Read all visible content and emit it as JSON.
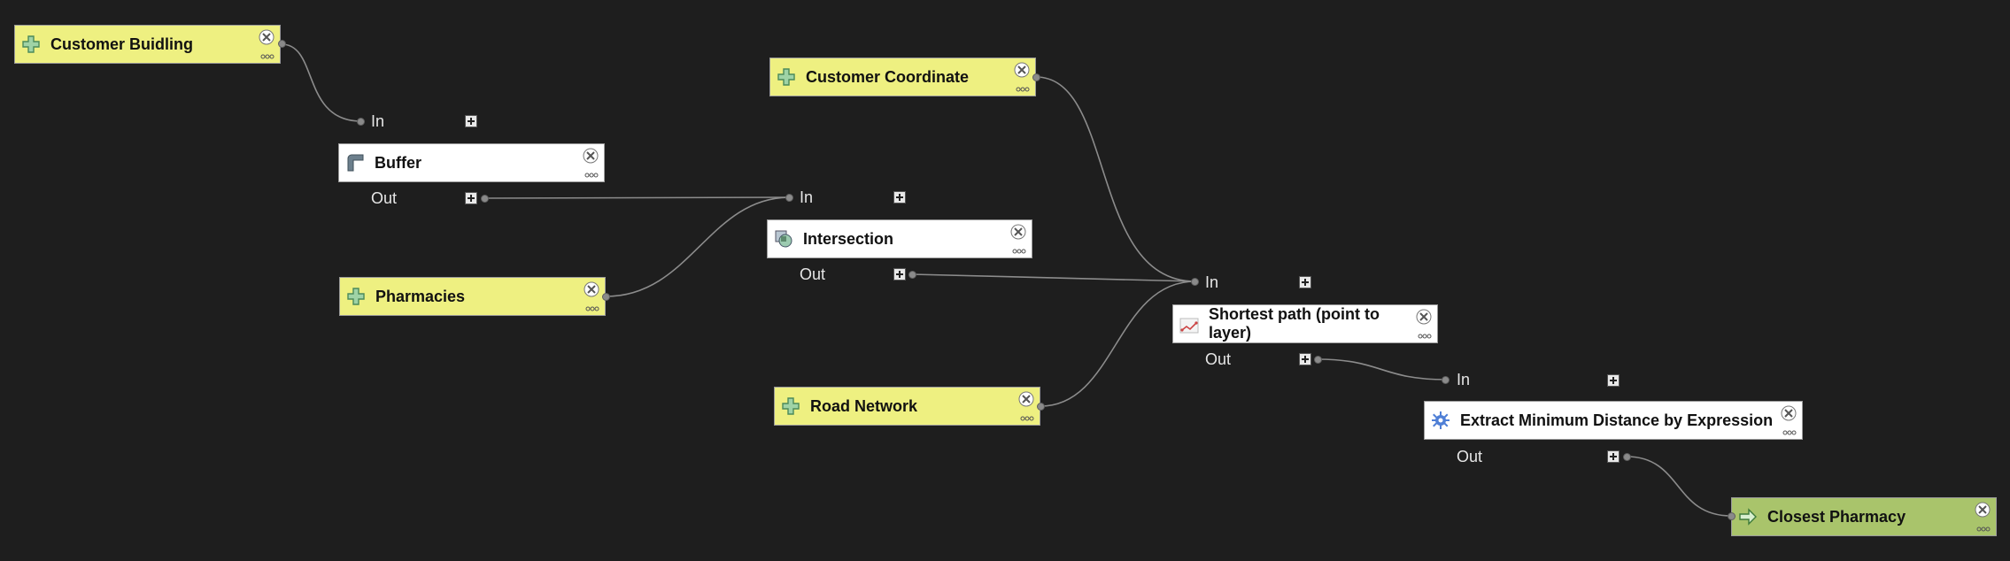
{
  "colors": {
    "background": "#1e1e1e",
    "input_node": "#eef081",
    "algorithm_node": "#ffffff",
    "output_node": "#a9c46b",
    "wire": "#8c8c8c"
  },
  "nodes": {
    "customer_building": {
      "label": "Customer Buidling",
      "type": "input",
      "icon": "plus-parameter-icon"
    },
    "customer_coordinate": {
      "label": "Customer Coordinate",
      "type": "input",
      "icon": "plus-parameter-icon"
    },
    "pharmacies": {
      "label": "Pharmacies",
      "type": "input",
      "icon": "plus-parameter-icon"
    },
    "road_network": {
      "label": "Road Network",
      "type": "input",
      "icon": "plus-parameter-icon"
    },
    "buffer": {
      "label": "Buffer",
      "type": "algorithm",
      "icon": "buffer-icon",
      "in_label": "In",
      "out_label": "Out"
    },
    "intersection": {
      "label": "Intersection",
      "type": "algorithm",
      "icon": "intersection-icon",
      "in_label": "In",
      "out_label": "Out"
    },
    "shortest_path": {
      "label": "Shortest path (point to layer)",
      "type": "algorithm",
      "icon": "network-path-icon",
      "in_label": "In",
      "out_label": "Out"
    },
    "extract_min": {
      "label": "Extract Minimum Distance by Expression",
      "type": "algorithm",
      "icon": "gear-icon",
      "in_label": "In",
      "out_label": "Out"
    },
    "closest_pharmacy": {
      "label": "Closest Pharmacy",
      "type": "output",
      "icon": "output-arrow-icon"
    }
  }
}
